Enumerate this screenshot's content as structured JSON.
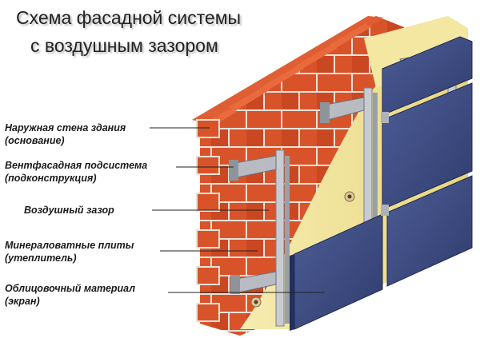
{
  "title": {
    "line1": "Схема фасадной системы",
    "line2": "с воздушным зазором"
  },
  "labels": [
    {
      "line1": "Наружная стена здания",
      "line2": "(основание)"
    },
    {
      "line1": "Вентфасадная подсистема",
      "line2": "(подконструкция)"
    },
    {
      "line1": "Воздушный зазор",
      "line2": ""
    },
    {
      "line1": "Минераловатные плиты",
      "line2": "(утеплитель)"
    },
    {
      "line1": "Облицовочный материал",
      "line2": "(экран)"
    }
  ],
  "colors": {
    "brick": "#d9532a",
    "mortar": "#e8e2d8",
    "insulation": "#f1e59e",
    "panel": "#3f4f86",
    "metal": "#b8bcc2"
  }
}
